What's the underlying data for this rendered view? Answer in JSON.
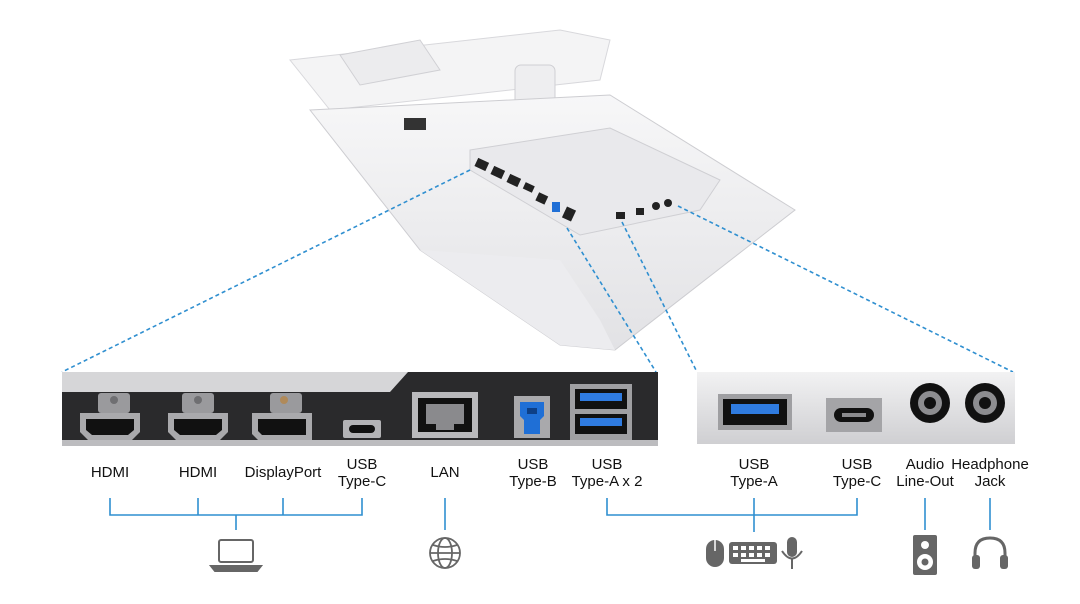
{
  "labels": {
    "hdmi_1": "HDMI",
    "hdmi_2": "HDMI",
    "displayport": "DisplayPort",
    "usb_c_left": [
      "USB",
      "Type-C"
    ],
    "lan": "LAN",
    "usb_b": [
      "USB",
      "Type-B"
    ],
    "usb_a_x2": [
      "USB",
      "Type-A x 2"
    ],
    "usb_a_right": [
      "USB",
      "Type-A"
    ],
    "usb_c_right": [
      "USB",
      "Type-C"
    ],
    "audio_line_out": [
      "Audio",
      "Line-Out"
    ],
    "headphone_jack": [
      "Headphone",
      "Jack"
    ]
  },
  "icons": [
    "laptop-icon",
    "globe-icon",
    "mouse-icon",
    "keyboard-icon",
    "microphone-icon",
    "speaker-icon",
    "headphones-icon"
  ],
  "colors": {
    "connector_line": "#2f8fd0",
    "usb3_blue": "#1f6fd6",
    "panel_dark": "#2a2a2c",
    "panel_light": "#d9d9db",
    "icon_gray": "#666666"
  }
}
